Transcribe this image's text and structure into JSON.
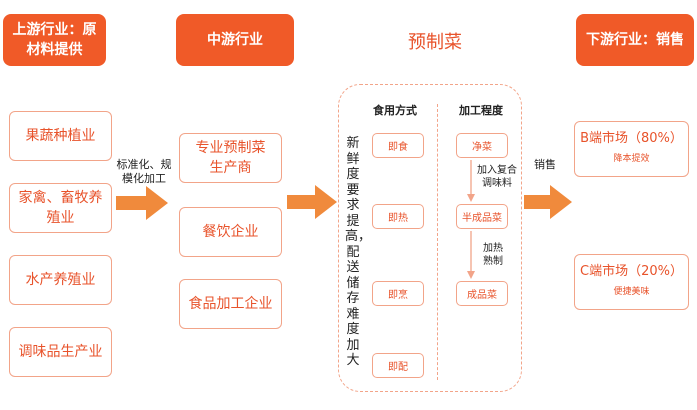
{
  "headers": {
    "upstream": "上游行业：原材料提供",
    "midstream": "中游行业",
    "title": "预制菜",
    "downstream": "下游行业：销售"
  },
  "upstream_items": [
    "果蔬种植业",
    "家禽、畜牧养殖业",
    "水产养殖业",
    "调味品生产业"
  ],
  "arrow1_label": "标准化、规模化加工",
  "midstream_items": [
    "专业预制菜生产商",
    "餐饮企业",
    "食品加工企业"
  ],
  "vertical_note": "新鲜度要求提高，配送储存难度加大",
  "col_headers": {
    "eating": "食用方式",
    "processing": "加工程度"
  },
  "eating_methods": [
    "即食",
    "即热",
    "即烹",
    "即配"
  ],
  "processing_levels": [
    "净菜",
    "半成品菜",
    "成品菜"
  ],
  "processing_notes": [
    "加入复合调味料",
    "加热熟制"
  ],
  "sales_label": "销售",
  "downstream_items": [
    {
      "title": "B端市场（80%）",
      "sub": "降本提效"
    },
    {
      "title": "C端市场（20%）",
      "sub": "便捷美味"
    }
  ],
  "colors": {
    "primary": "#f05a28",
    "border": "#f2a489",
    "arrow": "#f08a3c"
  }
}
